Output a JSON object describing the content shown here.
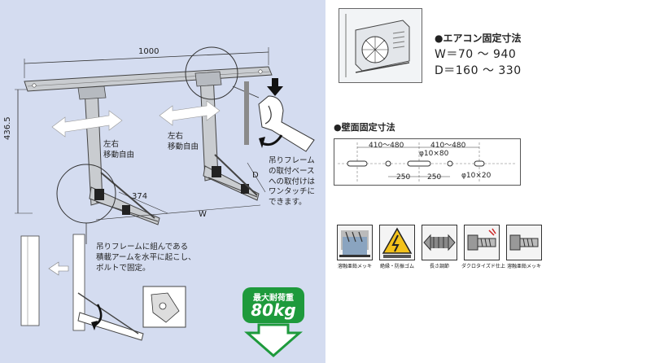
{
  "figure": {
    "width_label": "1000",
    "height_label": "436.5",
    "depth_label": "374",
    "w_label": "W",
    "d_label": "D",
    "move_left": "左右\n移動自由",
    "move_right": "左右\n移動自由",
    "callout_base": "吊りフレーム\nの取付ベース\nへの取付けは\nワンタッチに\nできます。",
    "callout_arm": "吊りフレームに組んである\n積載アームを水平に起こし、\nボルトで固定。",
    "load_title": "最大耐荷重",
    "load_value": "80kg"
  },
  "aircon_spec": {
    "title": "●エアコン固定寸法",
    "w_line": "W＝70 〜 940",
    "d_line": "D＝160 〜 330"
  },
  "wall_spec": {
    "title": "●壁面固定寸法",
    "dim_a1": "410〜480",
    "dim_a2": "410〜480",
    "dim_b1": "250",
    "dim_b2": "250",
    "hole1": "φ10×80",
    "hole2": "φ10×20"
  },
  "features": [
    {
      "caption": "溶融亜鉛メッキ",
      "icon": "galvanized-icon"
    },
    {
      "caption": "絶縁・防振ゴム",
      "icon": "insulation-rubber-icon"
    },
    {
      "caption": "長さ調節",
      "icon": "length-adjust-icon"
    },
    {
      "caption": "ダクロタイズド仕上",
      "icon": "dacrotized-bolt-icon"
    },
    {
      "caption": "溶融亜鉛メッキ",
      "icon": "galvanized-bolt-icon"
    }
  ],
  "colors": {
    "panel_bg": "#d4dcf0",
    "badge_green": "#1e9a3c",
    "metal": "#c9ccd0"
  }
}
